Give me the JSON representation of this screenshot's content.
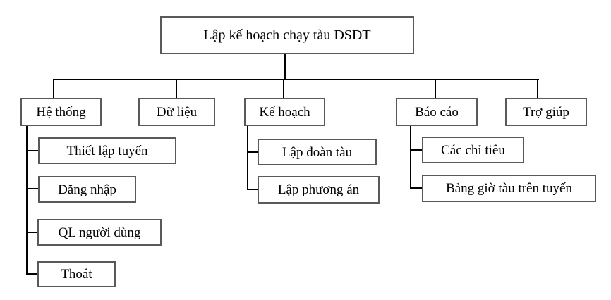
{
  "diagram": {
    "title": "Lập kế hoạch chạy tàu ĐSĐT",
    "menus": [
      {
        "label": "Hệ thống",
        "children": [
          {
            "label": "Thiết lập tuyến"
          },
          {
            "label": "Đăng nhập"
          },
          {
            "label": "QL người dùng"
          },
          {
            "label": "Thoát"
          }
        ]
      },
      {
        "label": "Dữ liệu",
        "children": []
      },
      {
        "label": "Kế hoạch",
        "children": [
          {
            "label": "Lập đoàn tàu"
          },
          {
            "label": "Lập phương án"
          }
        ]
      },
      {
        "label": "Báo cáo",
        "children": [
          {
            "label": "Các chỉ tiêu"
          },
          {
            "label": "Bảng giờ tàu trên tuyến"
          }
        ]
      },
      {
        "label": "Trợ giúp",
        "children": []
      }
    ],
    "colors": {
      "connector": "#000000",
      "box_border": "#595959",
      "text": "#000000",
      "background": "#ffffff"
    }
  }
}
